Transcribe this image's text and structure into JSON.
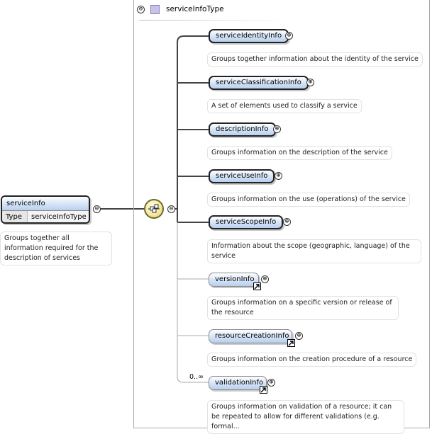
{
  "root": {
    "name": "serviceInfo",
    "type_key": "Type",
    "type_value": "serviceInfoType",
    "doc": "Groups together all information required for the description of services"
  },
  "type_box": {
    "name": "serviceInfoType"
  },
  "controls": {
    "collapse": "⊖",
    "expand": "⊕"
  },
  "colors": {
    "element_fill": "#b8cfee",
    "compositor_fill": "#f5e6a0",
    "type_swatch": "#c8c1ea"
  },
  "children": [
    {
      "name": "serviceIdentityInfo",
      "required": true,
      "doc": "Groups together information about the identity of the service"
    },
    {
      "name": "serviceClassificationInfo",
      "required": true,
      "doc": "A set of elements used to classify a service"
    },
    {
      "name": "descriptionInfo",
      "required": true,
      "doc": "Groups information on the description of the service"
    },
    {
      "name": "serviceUseInfo",
      "required": true,
      "doc": "Groups information on the use (operations) of the service"
    },
    {
      "name": "serviceScopeInfo",
      "required": true,
      "doc": "Information about the scope (geographic, language) of the service"
    },
    {
      "name": "versionInfo",
      "required": false,
      "reference": true,
      "doc": "Groups information on a specific version or release of the resource"
    },
    {
      "name": "resourceCreationInfo",
      "required": false,
      "reference": true,
      "doc": "Groups information on the creation procedure of a resource"
    },
    {
      "name": "validationInfo",
      "required": false,
      "reference": true,
      "occurrence": "0..∞",
      "doc": "Groups information on validation of a resource; it can be repeated to allow for different validations (e.g. formal..."
    }
  ]
}
